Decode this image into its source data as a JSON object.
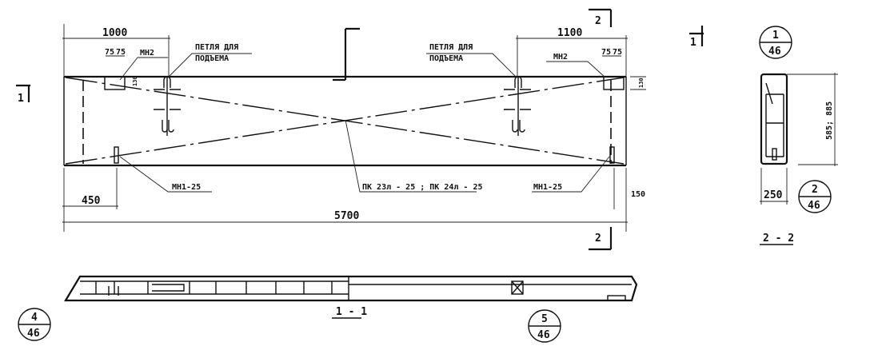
{
  "plan": {
    "dim_left": "1000",
    "dim_right": "1100",
    "dim_75_a": "75",
    "dim_75_b": "75",
    "dim_75_c": "75",
    "dim_75_d": "75",
    "dim_top_offset_left": "130",
    "dim_top_offset_right": "130",
    "embed_mn2_left": "МН2",
    "embed_mn2_right": "МН2",
    "lift_loop_left_line1": "ПЕТЛЯ ДЛЯ",
    "lift_loop_left_line2": "ПОДЪЕМА",
    "lift_loop_right_line1": "ПЕТЛЯ ДЛЯ",
    "lift_loop_right_line2": "ПОДЪЕМА",
    "embed_mn1_left": "МН1-25",
    "embed_mn1_right": "МН1-25",
    "mark": "ПК 23л - 25 ; ПК 24л - 25",
    "dim_450": "450",
    "dim_150": "150",
    "dim_total": "5700",
    "section_2_top": "2",
    "section_2_bottom": "2",
    "section_1_left": "1",
    "section_1_right": "1"
  },
  "section_2_2": {
    "title": "2 - 2",
    "dim_height": "585; 885",
    "dim_width": "250"
  },
  "section_1_1": {
    "title": "1 - 1"
  },
  "callouts": [
    {
      "num": "1",
      "sheet": "46"
    },
    {
      "num": "2",
      "sheet": "46"
    },
    {
      "num": "4",
      "sheet": "46"
    },
    {
      "num": "5",
      "sheet": "46"
    }
  ]
}
